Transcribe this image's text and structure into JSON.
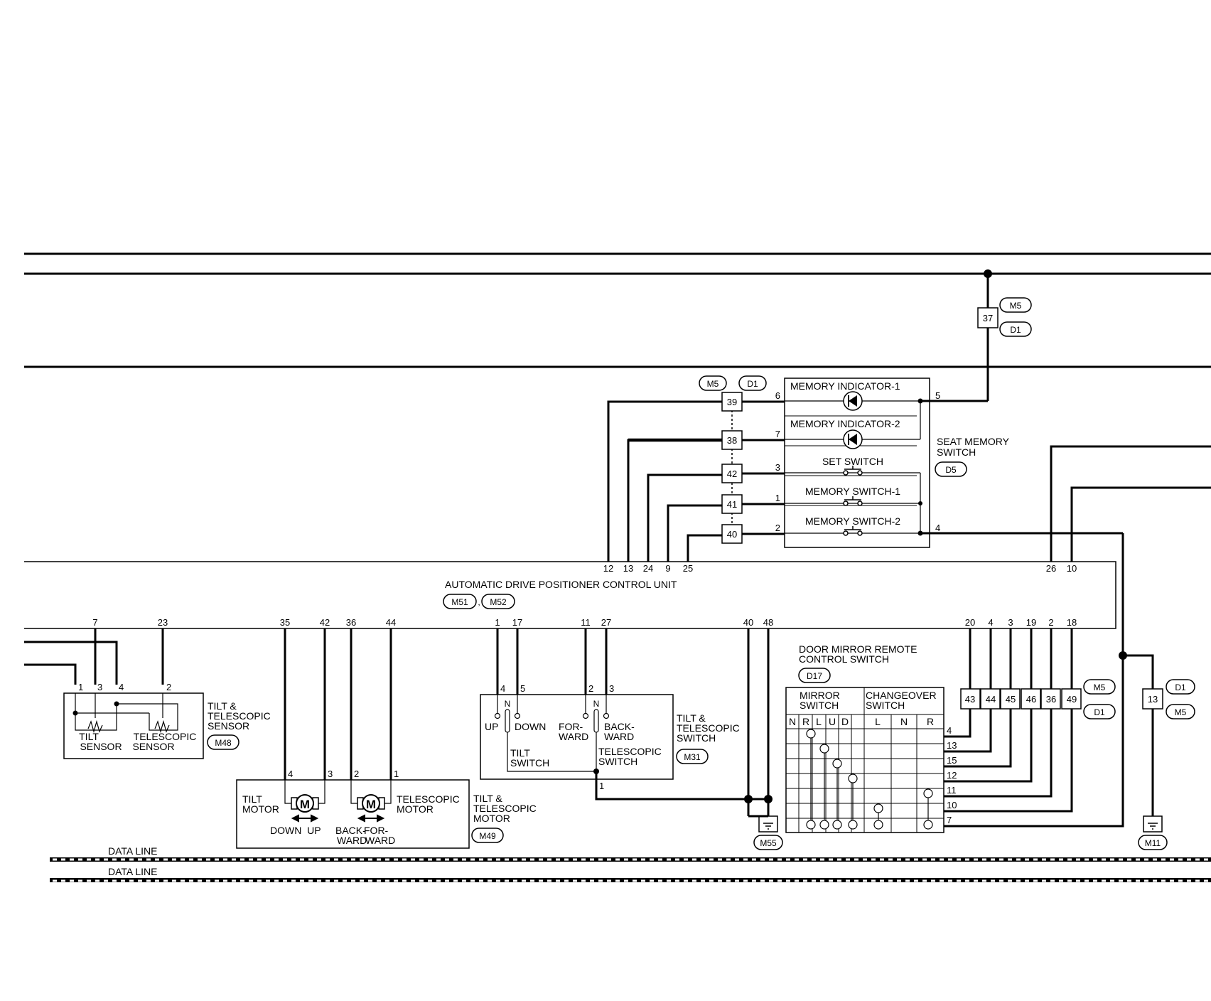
{
  "header_connector": {
    "pin": "37",
    "connectors": [
      "M5",
      "D1"
    ]
  },
  "seat_memory_switch": {
    "title": [
      "SEAT MEMORY",
      "SWITCH"
    ],
    "connector": "D5",
    "rows": [
      "MEMORY INDICATOR-1",
      "MEMORY INDICATOR-2",
      "SET SWITCH",
      "MEMORY SWITCH-1",
      "MEMORY SWITCH-2"
    ],
    "left_pins": [
      "6",
      "7",
      "3",
      "1",
      "2"
    ],
    "right_pins": [
      "5",
      "4"
    ],
    "joint_pins": [
      "39",
      "38",
      "42",
      "41",
      "40"
    ],
    "joint_connectors": [
      "M5",
      "D1"
    ]
  },
  "control_unit": {
    "title": "AUTOMATIC DRIVE POSITIONER CONTROL UNIT",
    "connectors": [
      "M51",
      "M52"
    ],
    "top_pins_left": [
      "12",
      "13",
      "24",
      "9",
      "25"
    ],
    "top_pins_right": [
      "26",
      "10"
    ],
    "bottom_pins": [
      "7",
      "23",
      "35",
      "42",
      "36",
      "44",
      "1",
      "17",
      "11",
      "27",
      "40",
      "48",
      "20",
      "4",
      "3",
      "19",
      "2",
      "18"
    ]
  },
  "tilt_tele_sensor": {
    "title": [
      "TILT &",
      "TELESCOPIC",
      "SENSOR"
    ],
    "connector": "M48",
    "pins": [
      "1",
      "3",
      "4",
      "2"
    ],
    "tilt_label": [
      "TILT",
      "SENSOR"
    ],
    "tele_label": [
      "TELESCOPIC",
      "SENSOR"
    ]
  },
  "tilt_tele_motor": {
    "title": [
      "TILT &",
      "TELESCOPIC",
      "MOTOR"
    ],
    "connector": "M49",
    "pins": [
      "4",
      "3",
      "2",
      "1"
    ],
    "tilt_label": [
      "TILT",
      "MOTOR"
    ],
    "tele_label": [
      "TELESCOPIC",
      "MOTOR"
    ],
    "motor_glyph": "M",
    "tilt_dirs": "DOWN  UP",
    "tele_dirs": [
      "BACK-",
      "WARD",
      "FOR-",
      "WARD"
    ]
  },
  "tilt_tele_switch": {
    "title": [
      "TILT &",
      "TELESCOPIC",
      "SWITCH"
    ],
    "connector": "M31",
    "pins": [
      "4",
      "5",
      "2",
      "3",
      "1"
    ],
    "neutral": "N",
    "tilt_labels": [
      "UP",
      "DOWN",
      "TILT",
      "SWITCH"
    ],
    "tele_labels": [
      "FOR-",
      "WARD",
      "BACK-",
      "WARD",
      "TELESCOPIC",
      "SWITCH"
    ]
  },
  "mirror_switch": {
    "title": [
      "DOOR MIRROR REMOTE",
      "CONTROL SWITCH"
    ],
    "connector": "D17",
    "mirror_header": [
      "MIRROR",
      "SWITCH"
    ],
    "changeover_header": [
      "CHANGEOVER",
      "SWITCH"
    ],
    "columns": [
      "N",
      "R",
      "L",
      "U",
      "D",
      "L",
      "N",
      "R"
    ],
    "right_pins": [
      "4",
      "13",
      "15",
      "12",
      "11",
      "10",
      "7"
    ],
    "joint_pins": [
      "43",
      "44",
      "45",
      "46",
      "36",
      "49"
    ],
    "joint_connectors": [
      "M5",
      "D1"
    ]
  },
  "ground": {
    "m55": "M55",
    "m11": "M11",
    "pin": "13",
    "connectors": [
      "D1",
      "M5"
    ]
  },
  "data_lines": [
    "DATA LINE",
    "DATA LINE"
  ]
}
